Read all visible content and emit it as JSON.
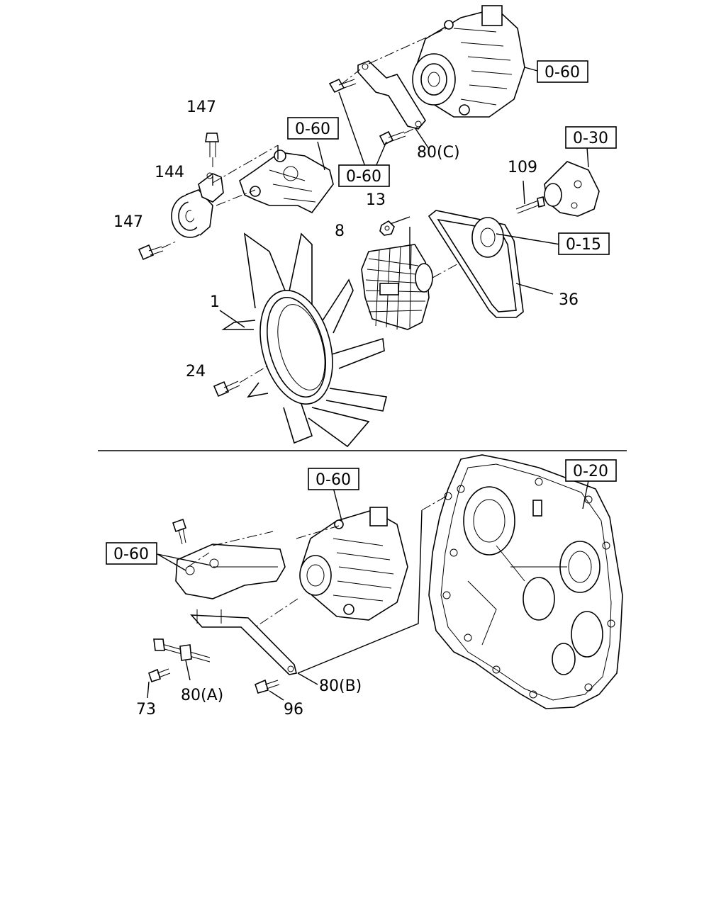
{
  "callouts": {
    "c147a": "147",
    "c144": "144",
    "c147b": "147",
    "c1": "1",
    "c24": "24",
    "c8": "8",
    "c13": "13",
    "c109": "109",
    "c36": "36",
    "c80c": "80(C)",
    "c80a": "80(A)",
    "c80b": "80(B)",
    "c73": "73",
    "c96": "96"
  },
  "references": {
    "r_top_alt": "0-60",
    "r_bracket": "0-60",
    "r_mid": "0-60",
    "r_water": "0-30",
    "r_belt": "0-15",
    "r_low_alt": "0-60",
    "r_low_left": "0-60",
    "r_cover": "0-20"
  }
}
